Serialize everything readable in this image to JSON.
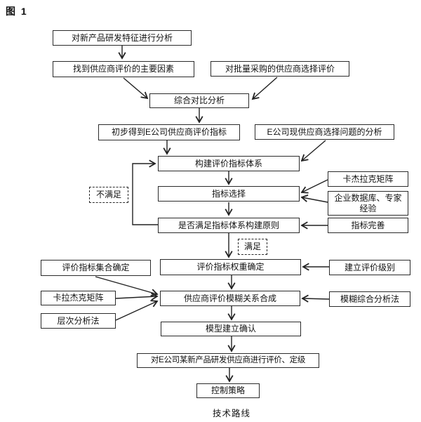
{
  "figure": {
    "label": "图 1",
    "caption": "技术路线"
  },
  "colors": {
    "background": "#ffffff",
    "line": "#222222",
    "box_border": "#2b2b2b",
    "text": "#111111"
  },
  "nodes": {
    "analyze_features": "对新产品研发特征进行分析",
    "main_factors": "找到供应商评价的主要因素",
    "batch_purchase": "对批量采购的供应商选择评价",
    "comparison": "综合对比分析",
    "initial_indicators": "初步得到E公司供应商评价指标",
    "current_problems": "E公司现供应商选择问题的分析",
    "build_system": "构建评价指标体系",
    "indicator_selection": "指标选择",
    "satisfy_principles": "是否满足指标体系构建原则",
    "not_satisfied": "不满足",
    "satisfied": "满足",
    "kajielake_matrix": "卡杰拉克矩阵",
    "enterprise_db_experts": "企业数据库、专家经验",
    "indicator_improve": "指标完善",
    "indicator_set": "评价指标集合确定",
    "weight_determine": "评价指标权重确定",
    "build_level": "建立评价级别",
    "kalajieke_matrix": "卡拉杰克矩阵",
    "ahp_method": "层次分析法",
    "fuzzy_synthesis": "供应商评价模糊关系合成",
    "fuzzy_method": "模糊综合分析法",
    "model_confirm": "模型建立确认",
    "evaluate_grade": "对E公司某新产品研发供应商进行评价、定级",
    "control_strategy": "控制策略"
  }
}
